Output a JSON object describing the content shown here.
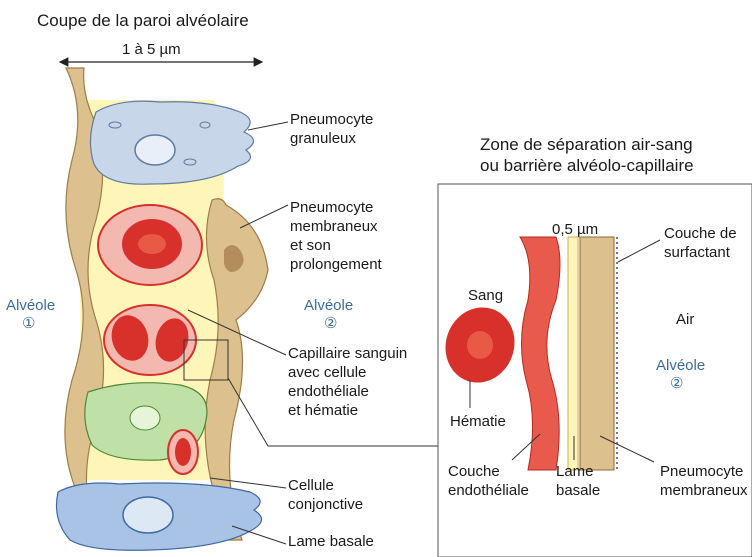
{
  "left_panel": {
    "title": "Coupe de la paroi alvéolaire",
    "scale": "1 à 5 µm",
    "labels": {
      "pneumocyte_granuleux": "Pneumocyte\ngranuleux",
      "pneumocyte_membraneux": "Pneumocyte\nmembraneux\net son\nprolongement",
      "capillaire": "Capillaire sanguin\navec cellule\nendothéliale\net hématie",
      "cellule_conjonctive": "Cellule\nconjonctive",
      "lame_basale": "Lame basale",
      "alveole_1": "Alvéole",
      "alveole_1_num": "①",
      "alveole_2": "Alvéole",
      "alveole_2_num": "②"
    }
  },
  "right_panel": {
    "title": "Zone de séparation air-sang\nou barrière alvéolo-capillaire",
    "scale": "0,5 µm",
    "labels": {
      "sang": "Sang",
      "hematie": "Hématie",
      "couche_endotheliale": "Couche\nendothéliale",
      "lame_basale": "Lame\nbasale",
      "pneumocyte_membraneux": "Pneumocyte\nmembraneux",
      "surfactant": "Couche de\nsurfactant",
      "air": "Air",
      "alveole_2": "Alvéole",
      "alveole_2_num": "②"
    }
  },
  "colors": {
    "wall": "#dcc08e",
    "interstitium": "#fdf6b8",
    "red_cell": "#d8302a",
    "endothelium": "#f3b9b1",
    "granular_cell": "#c8d6ea",
    "green_cell": "#bfe0a6",
    "conjunctive_cell": "#a9c3e6"
  }
}
